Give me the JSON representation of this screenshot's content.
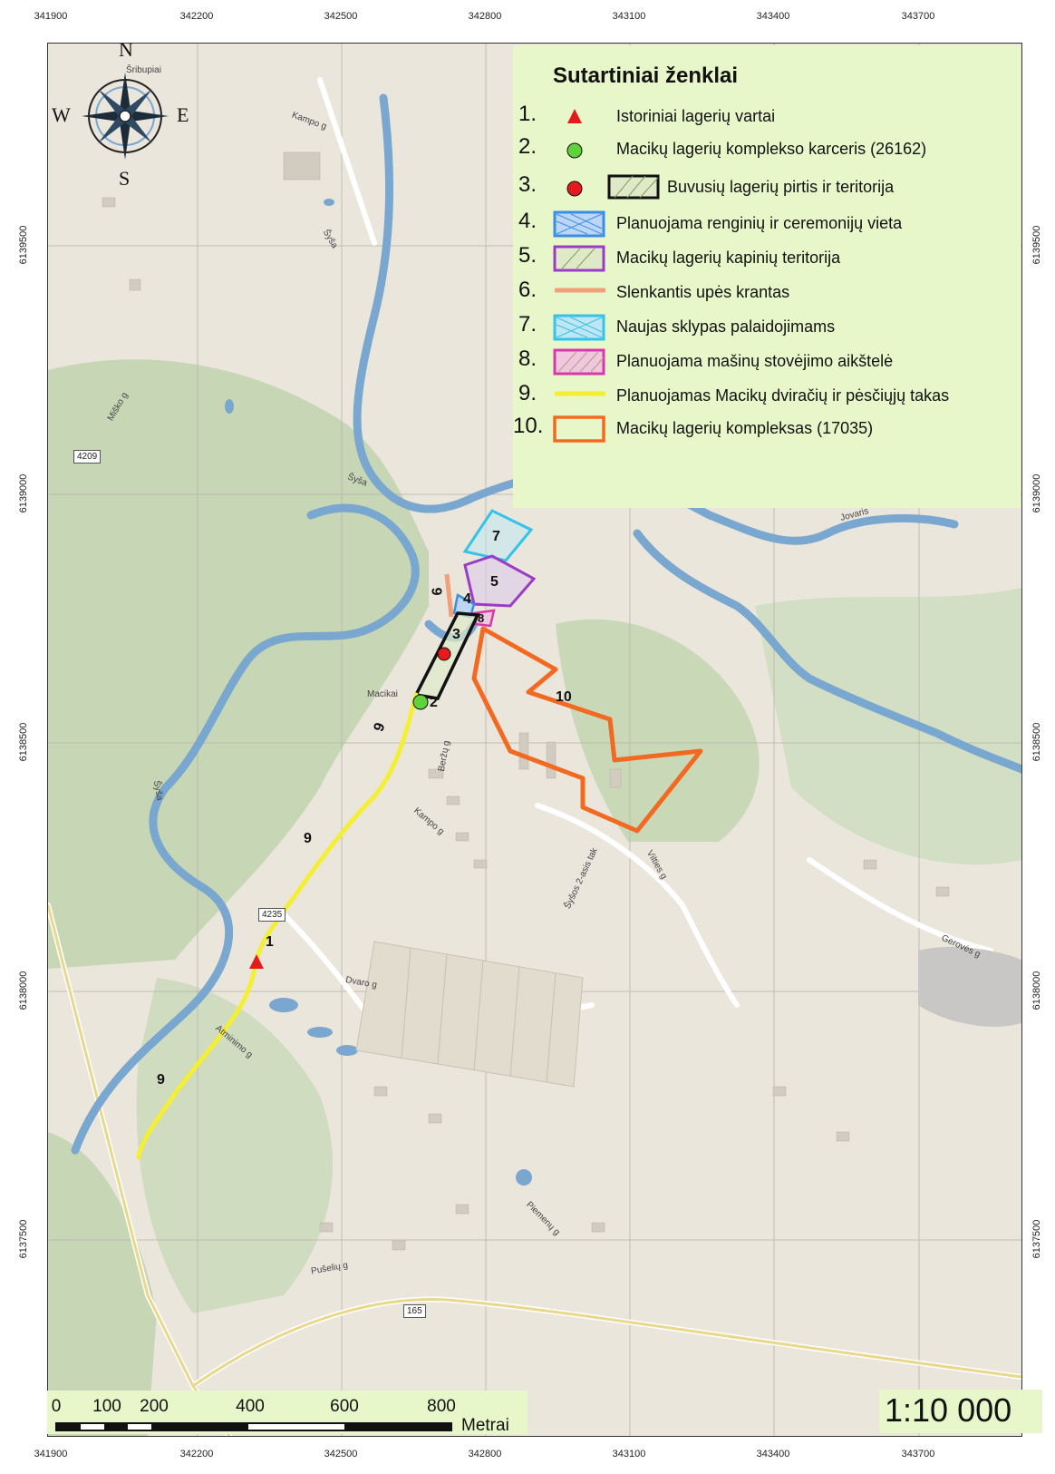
{
  "coordinates": {
    "x_ticks": [
      "341900",
      "342200",
      "342500",
      "342800",
      "343100",
      "343400",
      "343700"
    ],
    "y_ticks": [
      "6139500",
      "6139000",
      "6138500",
      "6138000",
      "6137500"
    ]
  },
  "legend": {
    "title": "Sutartiniai ženklai",
    "items": [
      {
        "num": "1.",
        "label": "Istoriniai lagerių vartai",
        "symbol": "red-triangle"
      },
      {
        "num": "2.",
        "label": "Macikų lagerių komplekso karceris (26162)",
        "symbol": "green-circle"
      },
      {
        "num": "3.",
        "label": "Buvusių lagerių pirtis ir teritorija",
        "symbol": "red-circle-black-hatched-box"
      },
      {
        "num": "4.",
        "label": "Planuojama renginių ir ceremonijų vieta",
        "symbol": "blue-crosshatch-box"
      },
      {
        "num": "5.",
        "label": "Macikų lagerių kapinių teritorija",
        "symbol": "purple-hatched-box"
      },
      {
        "num": "6.",
        "label": "Slenkantis upės krantas",
        "symbol": "salmon-line"
      },
      {
        "num": "7.",
        "label": "Naujas sklypas palaidojimams",
        "symbol": "cyan-crosshatch-box"
      },
      {
        "num": "8.",
        "label": "Planuojama mašinų stovėjimo aikštelė",
        "symbol": "magenta-hatched-box"
      },
      {
        "num": "9.",
        "label": "Planuojamas Macikų dviračių ir pėsčiųjų takas",
        "symbol": "yellow-line"
      },
      {
        "num": "10.",
        "label": "Macikų lagerių kompleksas (17035)",
        "symbol": "orange-box"
      }
    ]
  },
  "compass": {
    "n": "N",
    "s": "S",
    "e": "E",
    "w": "W"
  },
  "map_labels": {
    "m1": "1",
    "m2": "2",
    "m3": "3",
    "m4": "4",
    "m5": "5",
    "m6": "6",
    "m7": "7",
    "m8": "8",
    "m9a": "9",
    "m9b": "9",
    "m9c": "9",
    "m10": "10"
  },
  "streets": {
    "skirpiai": "Šribupiai",
    "kampo_top": "Kampo g",
    "sysa_top": "Šyša",
    "sysa_left": "Šyša",
    "sysa_right": "Šyša",
    "jovaris": "Jovaris",
    "macikai": "Macikai",
    "berzu": "Beržų g",
    "kampo_mid": "Kampo g",
    "dvaro": "Dvaro g",
    "vilties": "Vilties g",
    "sysos_tak": "Šyšos 2-asis tak",
    "geroves": "Gerovės g",
    "piemenu": "Piemenų g",
    "puselu": "Pušelių g",
    "miško": "Miško g",
    "bitinu": "Atminimo g"
  },
  "road_shields": {
    "r4209": "4209",
    "r4235": "4235",
    "r165": "165"
  },
  "scale": {
    "labels": [
      "0",
      "100",
      "200",
      "400",
      "600",
      "800"
    ],
    "unit": "Metrai",
    "ratio": "1:10 000"
  },
  "colors": {
    "legend_bg": "#e8f7c9",
    "water": "#7aa7cf",
    "forest": "#c7d7b6",
    "land": "#ebe6dc",
    "path_yellow": "#f4ee34",
    "complex_orange": "#f26a21",
    "cemetery_purple": "#9b3cc6",
    "ceremony_blue": "#3a8ee8",
    "burial_cyan": "#35c3e8",
    "parking_magenta": "#d63aa8",
    "bank_salmon": "#f2a07a"
  }
}
